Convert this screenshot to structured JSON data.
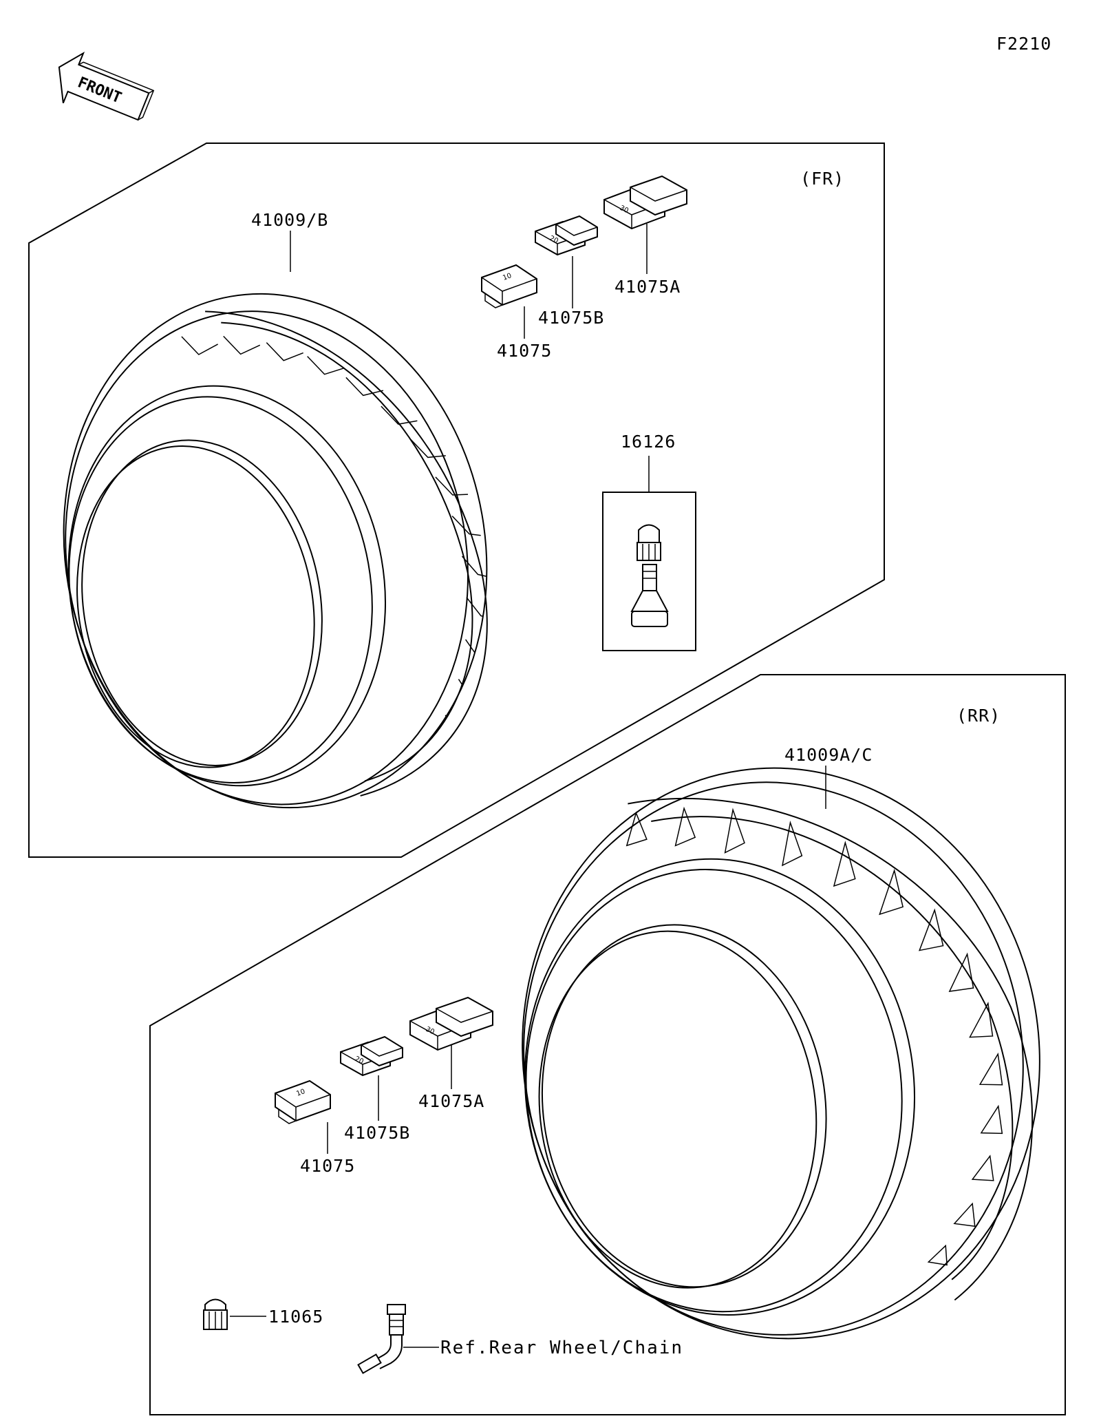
{
  "figure_code": "F2210",
  "front_label": "FRONT",
  "front_section": {
    "tag": "(FR)",
    "tire_part": "41009/B",
    "weight_parts": [
      "41075",
      "41075B",
      "41075A"
    ],
    "valve_kit_part": "16126"
  },
  "rear_section": {
    "tag": "(RR)",
    "tire_part": "41009A/C",
    "weight_parts": [
      "41075",
      "41075B",
      "41075A"
    ],
    "valve_cap_part": "11065",
    "valve_ref": "Ref.Rear Wheel/Chain"
  },
  "weight_markings": [
    "10",
    "20",
    "30"
  ]
}
